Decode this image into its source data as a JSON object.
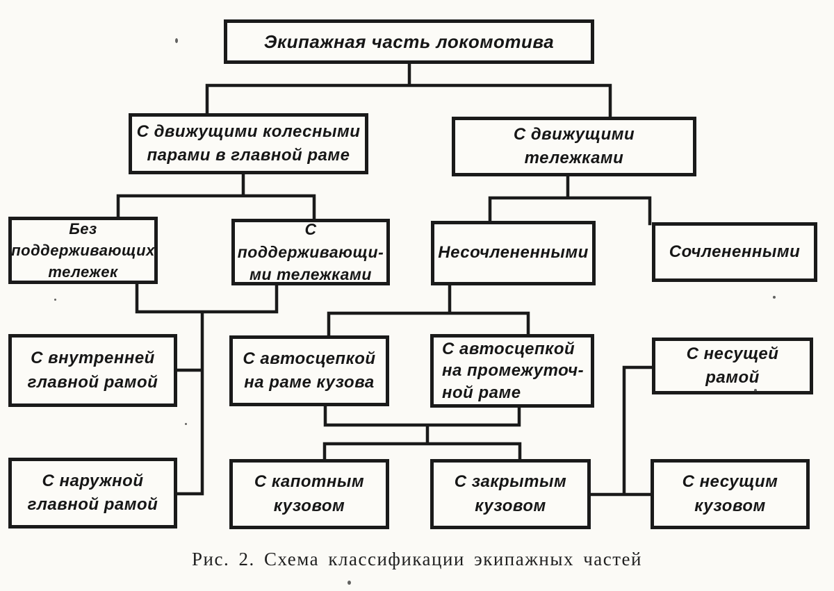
{
  "figure_caption": "Рис. 2. Схема классификации экипажных частей",
  "colors": {
    "ink": "#1a1a1a",
    "paper": "#fbfaf6"
  },
  "diagram": {
    "type": "tree-flowchart",
    "nodes": {
      "root": {
        "label": "Экипажная часть локомотива"
      },
      "driving_wheelsets": {
        "label": "С движущими колесными\nпарами в главной раме"
      },
      "driving_bogies": {
        "label": "С движущими\nтележками"
      },
      "without_supporting_bogies": {
        "label": "Без поддерживающих\nтележек"
      },
      "with_supporting_bogies": {
        "label": "С поддерживающи-\nми тележками"
      },
      "non_articulated": {
        "label": "Несочлененными"
      },
      "articulated": {
        "label": "Сочлененными"
      },
      "inner_main_frame": {
        "label": "С внутренней\nглавной рамой"
      },
      "coupler_on_body_frame": {
        "label": "С автосцепкой\nна раме кузова"
      },
      "coupler_on_intermediate_frame": {
        "label": "С автосцепкой\nна промежуточ-\nной раме"
      },
      "load_bearing_frame": {
        "label": "С несущей\nрамой"
      },
      "outer_main_frame": {
        "label": "С наружной\nглавной рамой"
      },
      "hood_body": {
        "label": "С капотным\nкузовом"
      },
      "closed_body": {
        "label": "С закрытым\nкузовом"
      },
      "load_bearing_body": {
        "label": "С несущим\nкузовом"
      }
    },
    "edges": [
      {
        "from": [
          "root"
        ],
        "to": [
          "driving_wheelsets",
          "driving_bogies"
        ]
      },
      {
        "from": [
          "driving_wheelsets"
        ],
        "to": [
          "without_supporting_bogies",
          "with_supporting_bogies"
        ]
      },
      {
        "from": [
          "driving_bogies"
        ],
        "to": [
          "non_articulated",
          "articulated"
        ]
      },
      {
        "from": [
          "without_supporting_bogies",
          "with_supporting_bogies"
        ],
        "to": [
          "inner_main_frame",
          "outer_main_frame"
        ]
      },
      {
        "from": [
          "non_articulated"
        ],
        "to": [
          "coupler_on_body_frame",
          "coupler_on_intermediate_frame"
        ]
      },
      {
        "from": [
          "coupler_on_body_frame",
          "coupler_on_intermediate_frame"
        ],
        "to": [
          "hood_body",
          "closed_body"
        ]
      },
      {
        "from": [
          "closed_body"
        ],
        "to": [
          "load_bearing_frame",
          "load_bearing_body"
        ]
      }
    ]
  }
}
